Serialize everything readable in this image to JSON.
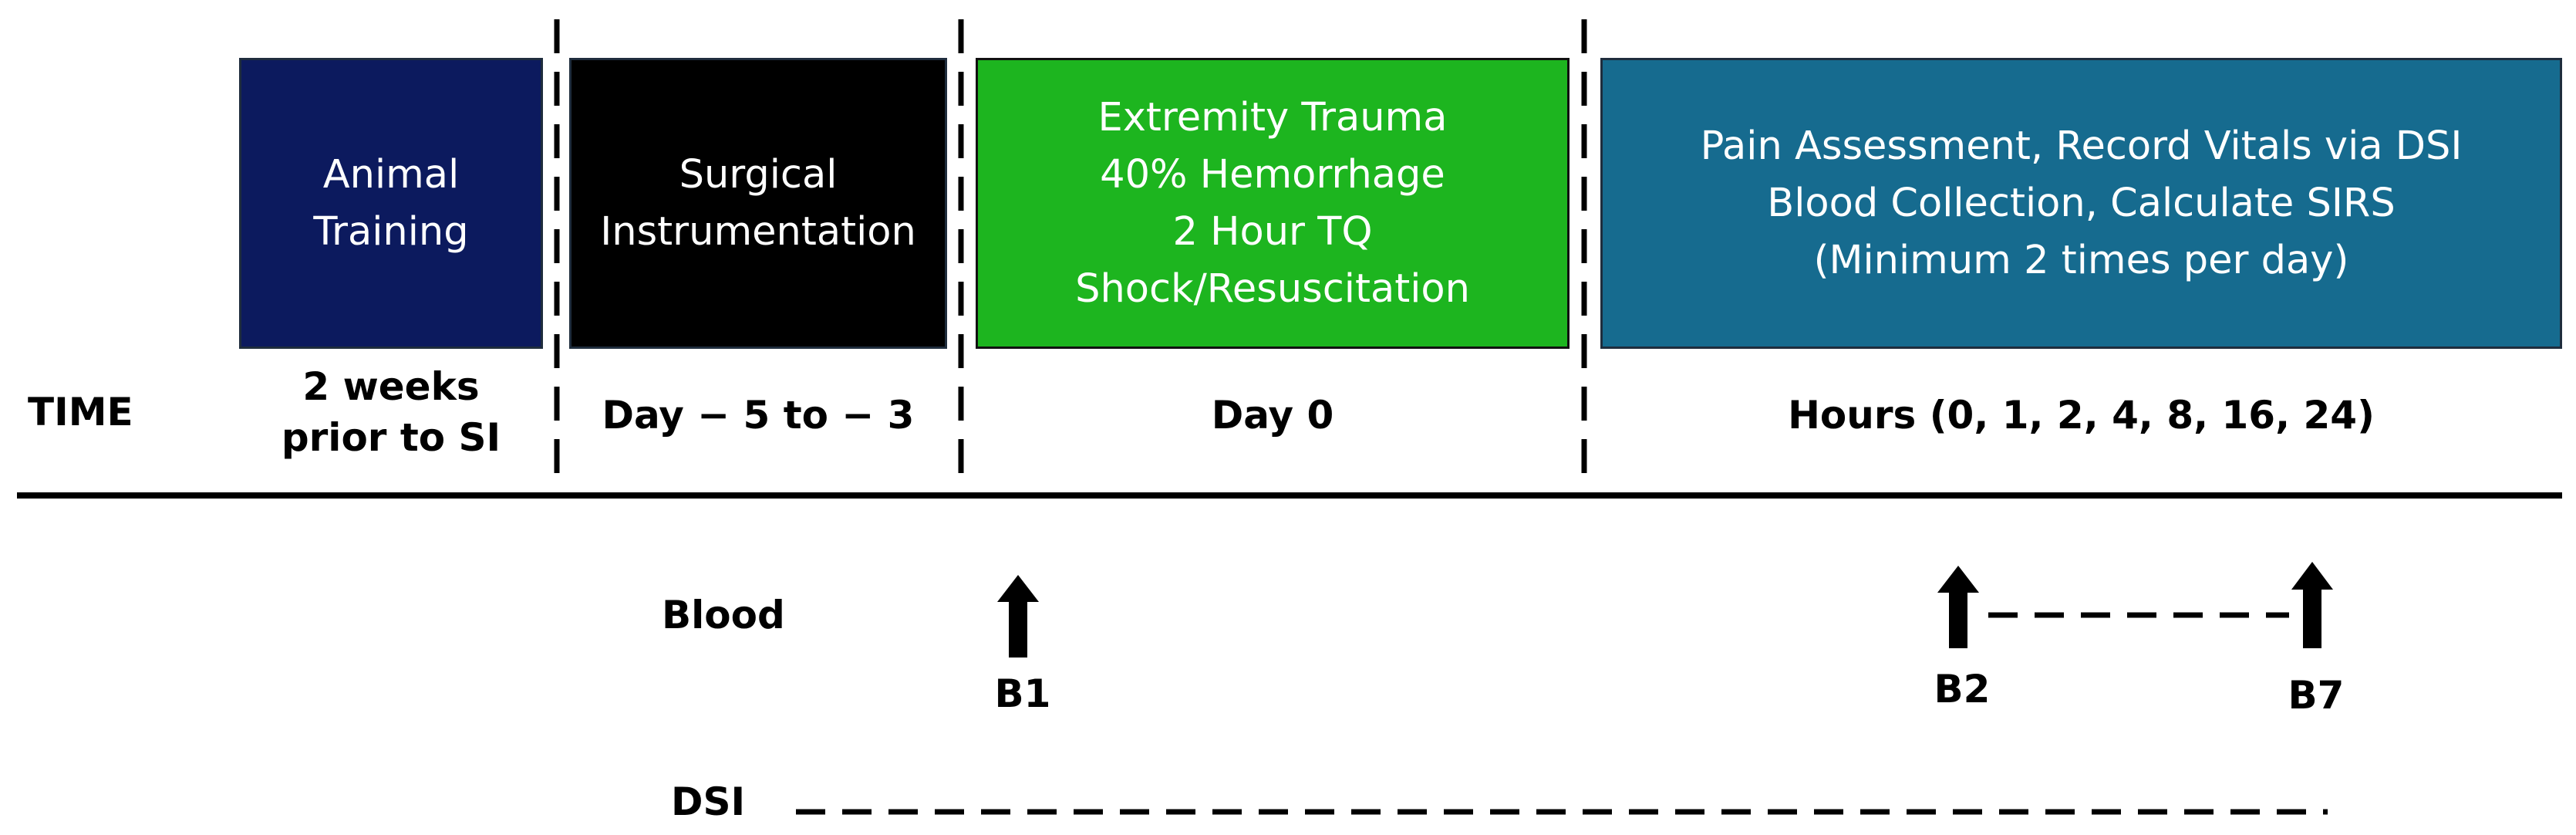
{
  "phases": [
    {
      "id": "training",
      "lines": [
        "Animal",
        "Training"
      ],
      "color": "#0c1a5e",
      "time": [
        "2 weeks",
        "prior to SI"
      ]
    },
    {
      "id": "surgical",
      "lines": [
        "Surgical",
        "Instrumentation"
      ],
      "color": "#000000",
      "time": [
        "Day − 5 to − 3"
      ]
    },
    {
      "id": "trauma",
      "lines": [
        "Extremity Trauma",
        "40% Hemorrhage",
        "2 Hour TQ",
        "Shock/Resuscitation"
      ],
      "color": "#1db51f",
      "time": [
        "Day 0"
      ]
    },
    {
      "id": "pain",
      "lines": [
        "Pain Assessment, Record Vitals via DSI",
        "Blood Collection, Calculate SIRS",
        "(Minimum 2 times per day)"
      ],
      "color": "#166b8f",
      "time": [
        "Hours (0, 1, 2, 4, 8, 16, 24)"
      ]
    }
  ],
  "time_label": "TIME",
  "blood_label": "Blood",
  "dsi_label": "DSI",
  "samples": {
    "b1": "B1",
    "b2": "B2",
    "b7": "B7"
  },
  "arrow_icon": "up-arrow-icon"
}
